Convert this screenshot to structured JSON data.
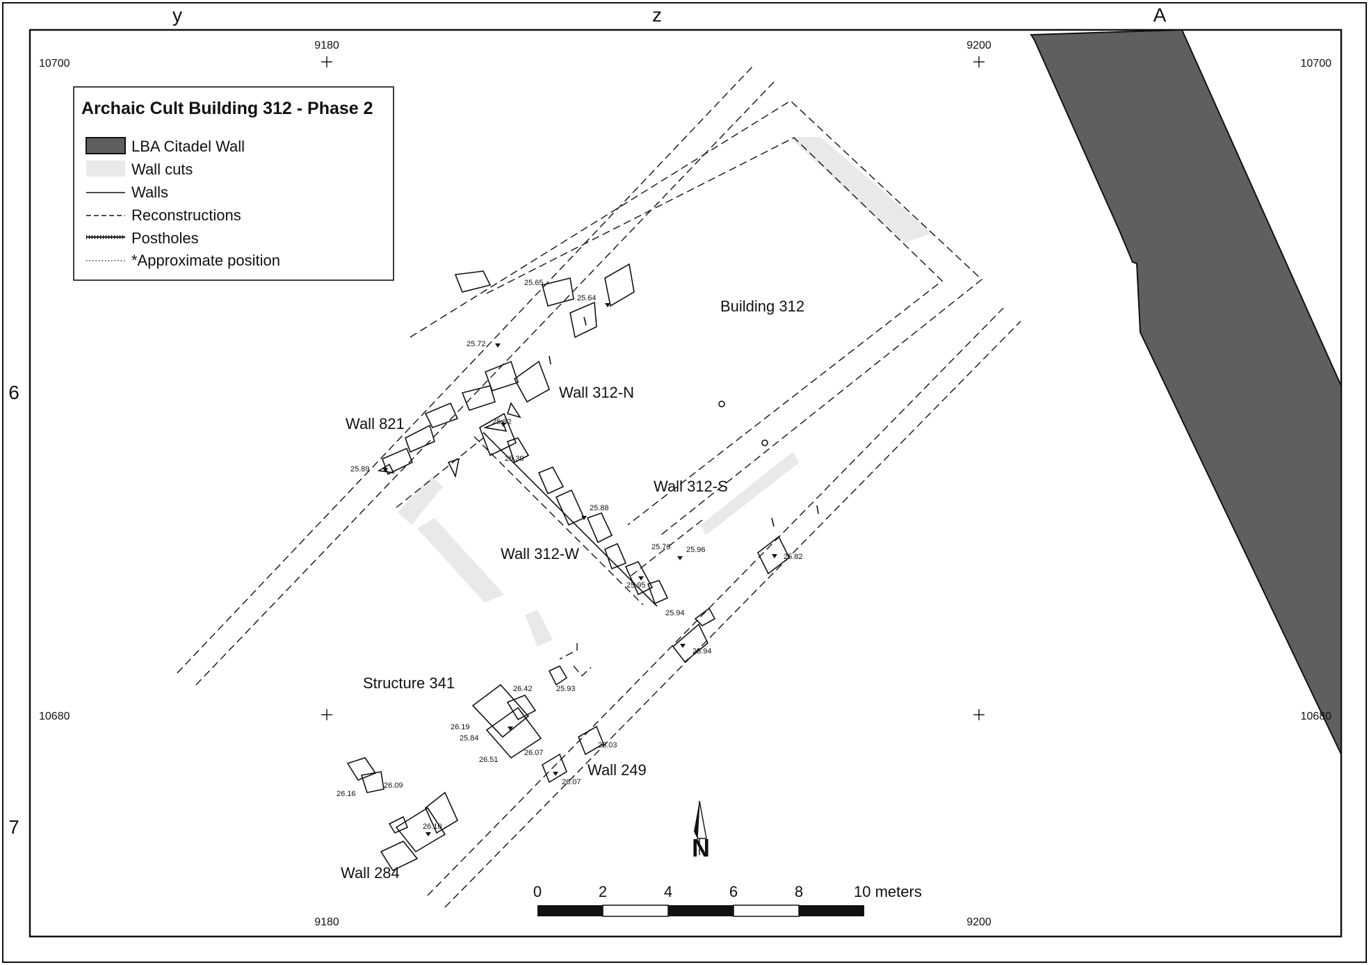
{
  "grid": {
    "columns": [
      "y",
      "z",
      "A"
    ],
    "rows": [
      "6",
      "7"
    ],
    "eastings": {
      "e1": "9180",
      "e2": "9200"
    },
    "northings": {
      "n1": "10700",
      "n2": "10680"
    }
  },
  "legend": {
    "title": "Archaic Cult Building 312 - Phase 2",
    "items": [
      {
        "key": "lba-citadel-wall",
        "label": "LBA Citadel Wall"
      },
      {
        "key": "wall-cuts",
        "label": "Wall cuts"
      },
      {
        "key": "walls",
        "label": "Walls"
      },
      {
        "key": "reconstructions",
        "label": "Reconstructions"
      },
      {
        "key": "postholes",
        "label": "Postholes"
      },
      {
        "key": "approximate-position",
        "label": "*Approximate position"
      }
    ]
  },
  "features": {
    "building_312": "Building 312",
    "wall_312_n": "Wall 312-N",
    "wall_312_s": "Wall 312-S",
    "wall_312_w": "Wall 312-W",
    "wall_821": "Wall 821",
    "structure_341": "Structure 341",
    "wall_249": "Wall 249",
    "wall_284": "Wall 284"
  },
  "elevations": [
    "25.65",
    "25.64",
    "25.72",
    "25.82",
    "25.89",
    "25.39",
    "25.88",
    "25.76",
    "25.96",
    "25.95",
    "25.94",
    "25.82",
    "25.94",
    "25.93",
    "26.42",
    "26.19",
    "25.84",
    "26.07",
    "26.51",
    "26.03",
    "26.07",
    "26.16",
    "26.09",
    "26.10"
  ],
  "scale_bar": {
    "ticks": [
      "0",
      "2",
      "4",
      "6",
      "8",
      "10 meters"
    ]
  },
  "north_arrow": {
    "letter": "N"
  },
  "colors": {
    "citadel_wall": "#5f5f5f",
    "wall_cuts": "#e9e9e9",
    "ink": "#111111"
  }
}
